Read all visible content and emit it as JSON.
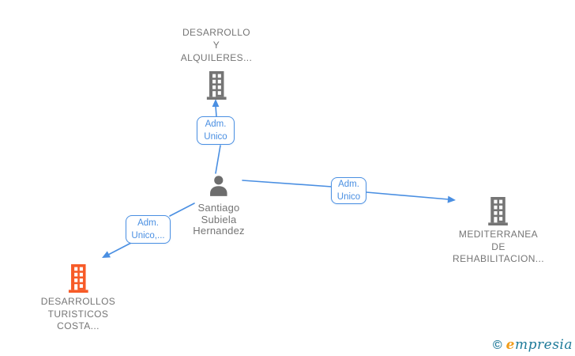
{
  "diagram_type": "corporate-relations-graph",
  "nodes": {
    "person": {
      "name": "Santiago\nSubiela\nHernandez",
      "icon": "person-icon",
      "color": "#757575"
    },
    "company_top": {
      "name": "DESARROLLO\nY\nALQUILERES...",
      "icon": "building-icon",
      "color": "#757575"
    },
    "company_right": {
      "name": "MEDITERRANEA\nDE\nREHABILITACION...",
      "icon": "building-icon",
      "color": "#757575"
    },
    "company_bottom_left": {
      "name": "DESARROLLOS\nTURISTICOS\nCOSTA...",
      "icon": "building-icon",
      "color": "#f75b28"
    }
  },
  "edges": {
    "top": {
      "label": "Adm.\nUnico",
      "from": "person",
      "to": "company_top"
    },
    "right": {
      "label": "Adm.\nUnico",
      "from": "person",
      "to": "company_right"
    },
    "bottom_left": {
      "label": "Adm.\nUnico,...",
      "from": "person",
      "to": "company_bottom_left"
    }
  },
  "colors": {
    "edge_blue": "#4a8fe2",
    "node_gray": "#757575",
    "node_orange": "#f75b28",
    "logo_teal": "#1d7a99",
    "logo_orange": "#f19d1b"
  },
  "footer": {
    "copyright": "©",
    "brand_first": "e",
    "brand_rest": "mpresia"
  }
}
